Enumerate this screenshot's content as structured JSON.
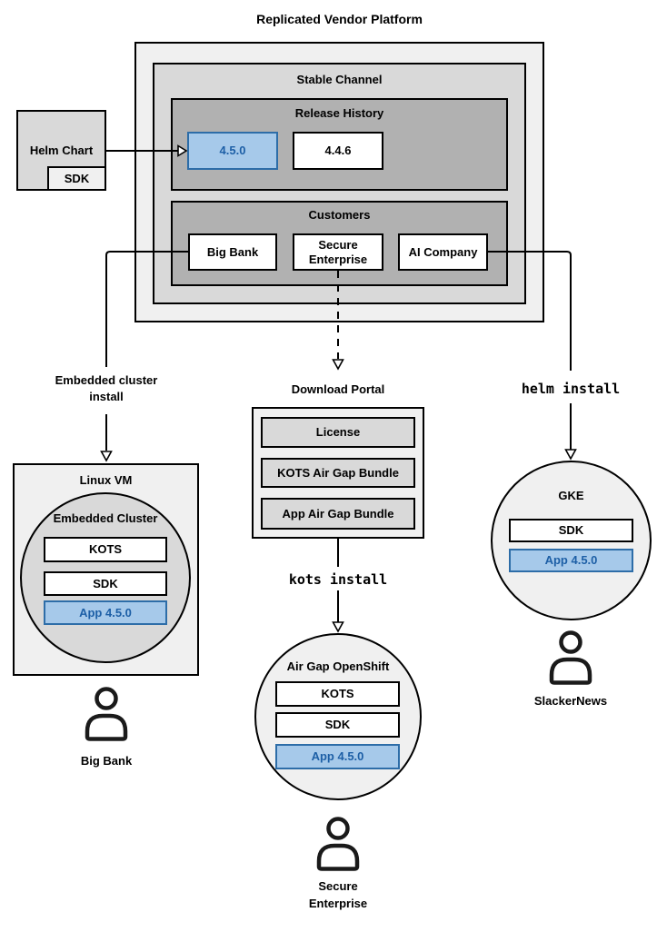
{
  "title": "Replicated Vendor Platform",
  "platform": {
    "stable_channel": {
      "label": "Stable Channel",
      "release_history": {
        "label": "Release History",
        "releases": [
          {
            "version": "4.5.0",
            "highlighted": true
          },
          {
            "version": "4.4.6",
            "highlighted": false
          }
        ]
      },
      "customers": {
        "label": "Customers",
        "items": [
          {
            "name": "Big Bank"
          },
          {
            "name": "Secure Enterprise"
          },
          {
            "name": "AI Company"
          }
        ]
      }
    }
  },
  "helm_chart": {
    "label": "Helm Chart",
    "sdk": "SDK"
  },
  "edges": {
    "embedded_cluster_install": "Embedded cluster install",
    "helm_install": "helm install",
    "kots_install": "kots install"
  },
  "download_portal": {
    "label": "Download Portal",
    "items": [
      {
        "name": "License"
      },
      {
        "name": "KOTS Air Gap Bundle"
      },
      {
        "name": "App Air Gap Bundle"
      }
    ]
  },
  "deployments": {
    "linux_vm": {
      "label": "Linux VM",
      "cluster_label": "Embedded Cluster",
      "components": {
        "kots": "KOTS",
        "sdk": "SDK",
        "app": "App 4.5.0"
      },
      "user": "Big Bank"
    },
    "air_gap_openshift": {
      "label": "Air Gap OpenShift",
      "components": {
        "kots": "KOTS",
        "sdk": "SDK",
        "app": "App 4.5.0"
      },
      "user": "Secure Enterprise"
    },
    "gke": {
      "label": "GKE",
      "components": {
        "sdk": "SDK",
        "app": "App 4.5.0"
      },
      "user": "SlackerNews"
    }
  },
  "colors": {
    "accent_blue_fill": "#A6C9EA",
    "accent_blue_border": "#2D6DA8",
    "accent_blue_text": "#1D5FA6",
    "gray_light": "#F0F0F0",
    "gray_mid": "#D9D9D9",
    "gray_dark": "#B1B1B1",
    "line": "#000000"
  }
}
